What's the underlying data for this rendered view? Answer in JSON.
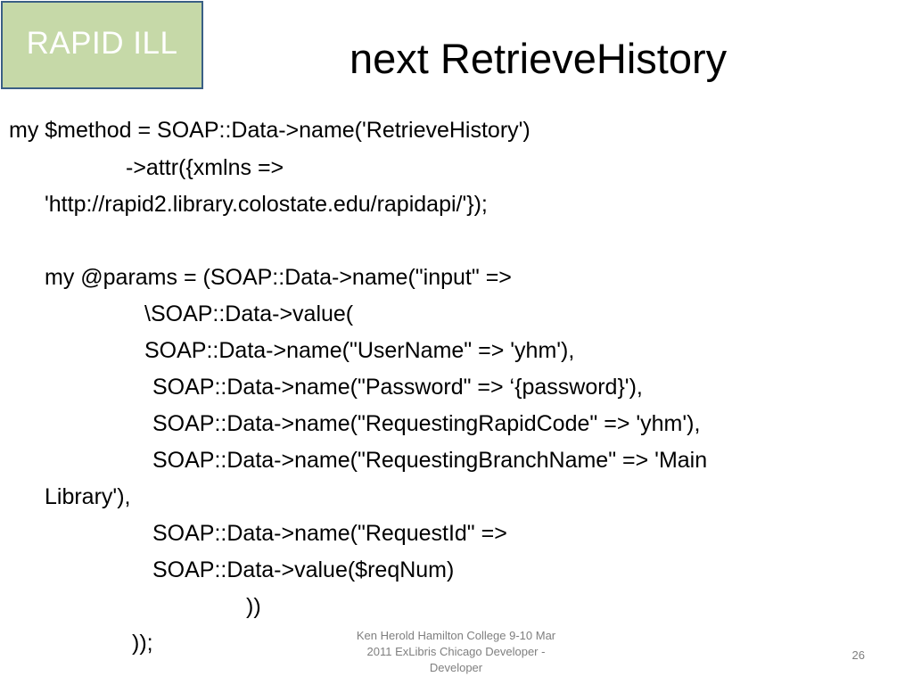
{
  "badge": {
    "label": "RAPID ILL",
    "fill_color": "#c6d9a8",
    "border_color": "#3a5f85"
  },
  "slide": {
    "title": "next RetrieveHistory",
    "code_lines": [
      "my $method = SOAP::Data->name('RetrieveHistory')",
      "->attr({xmlns =>",
      "'http://rapid2.library.colostate.edu/rapidapi/'});",
      "my @params = (SOAP::Data->name(\"input\" =>",
      "\\SOAP::Data->value(",
      "SOAP::Data->name(\"UserName\" => 'yhm'),",
      "SOAP::Data->name(\"Password\" => ‘{password}'),",
      "SOAP::Data->name(\"RequestingRapidCode\" => 'yhm'),",
      "SOAP::Data->name(\"RequestingBranchName\" => 'Main",
      "Library'),",
      "SOAP::Data->name(\"RequestId\" =>",
      "SOAP::Data->value($reqNum)",
      "))",
      "));"
    ]
  },
  "footer": {
    "line1": "Ken Herold Hamilton College 9-10 Mar",
    "line2": "2011 ExLibris Chicago Developer -",
    "line3": "Developer",
    "page_number": "26"
  }
}
